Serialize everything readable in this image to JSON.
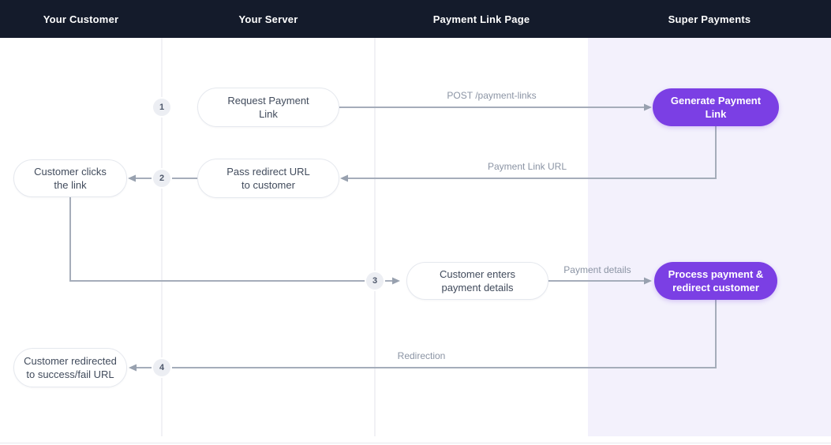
{
  "header": {
    "lanes": [
      {
        "label": "Your Customer"
      },
      {
        "label": "Your Server"
      },
      {
        "label": "Payment Link Page"
      },
      {
        "label": "Super Payments"
      }
    ]
  },
  "nodes": {
    "request_payment_link": {
      "lines": [
        "Request Payment",
        "Link"
      ]
    },
    "generate_payment_link": {
      "lines": [
        "Generate Payment",
        "Link"
      ]
    },
    "customer_clicks_link": {
      "lines": [
        "Customer clicks",
        "the link"
      ]
    },
    "pass_redirect_url": {
      "lines": [
        "Pass redirect URL",
        "to customer"
      ]
    },
    "customer_enters_details": {
      "lines": [
        "Customer enters",
        "payment details"
      ]
    },
    "process_payment": {
      "lines": [
        "Process payment &",
        "redirect customer"
      ]
    },
    "customer_redirected": {
      "lines": [
        "Customer redirected",
        "to success/fail URL"
      ]
    }
  },
  "steps": {
    "one": "1",
    "two": "2",
    "three": "3",
    "four": "4"
  },
  "edge_labels": {
    "post_payment_links": "POST /payment-links",
    "payment_link_url": "Payment Link URL",
    "payment_details": "Payment details",
    "redirection": "Redirection"
  },
  "colors": {
    "header_bg": "#141b2b",
    "accent_purple": "#7b3fe4",
    "super_lane_bg": "#f3f1fc",
    "connector": "#a5adba",
    "edge_label_text": "#8b94a4"
  }
}
